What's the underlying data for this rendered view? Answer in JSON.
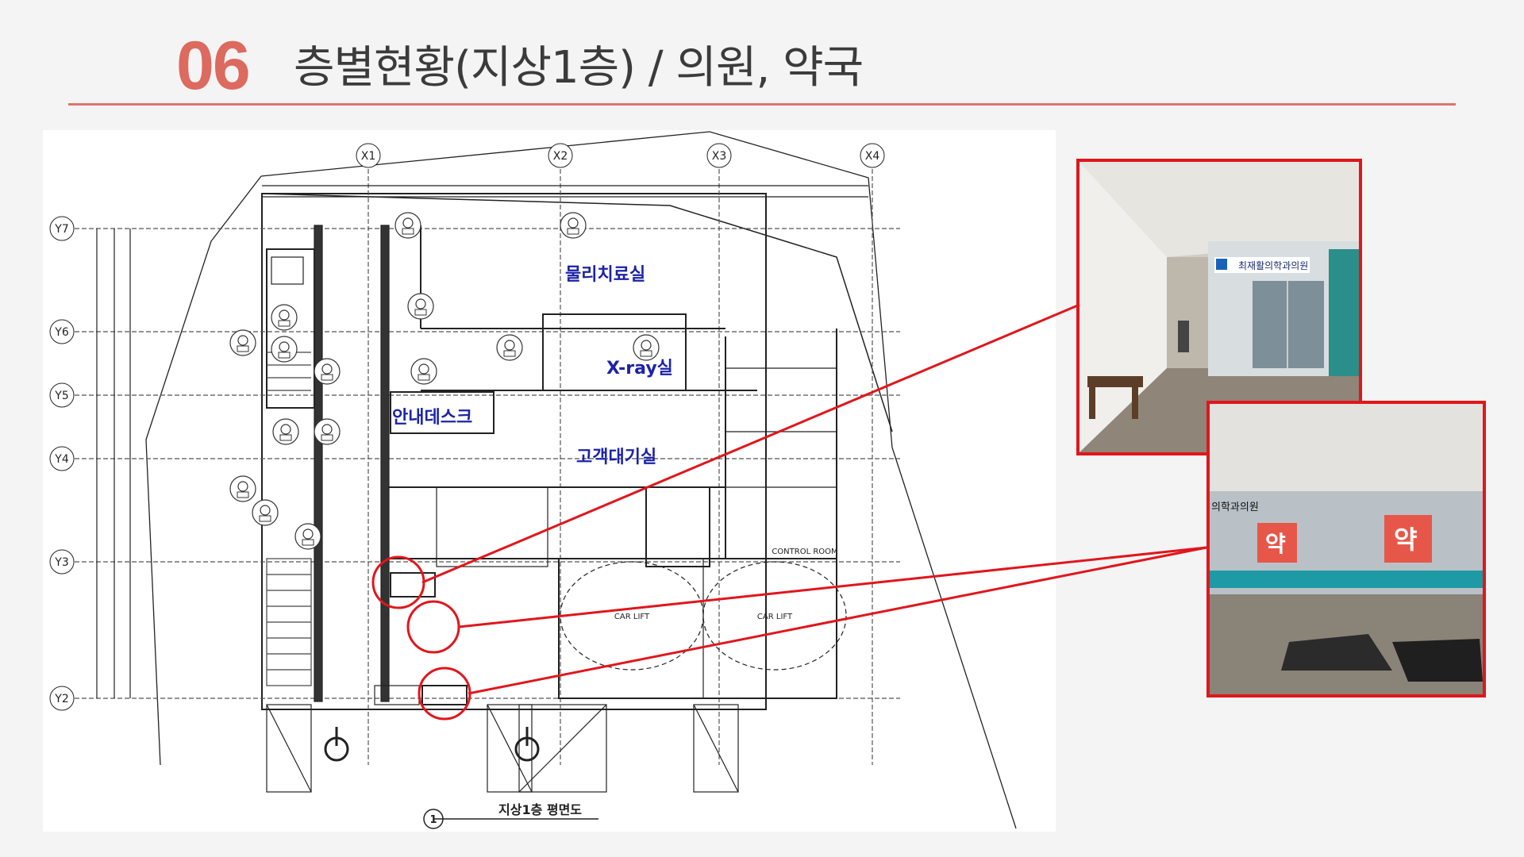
{
  "header": {
    "section_number": "06",
    "title": "층별현황(지상1층) / 의원, 약국"
  },
  "floor_plan": {
    "caption_number": "1",
    "caption": "지상1층 평면도",
    "room_labels": {
      "physio": "물리치료실",
      "xray": "X-ray실",
      "info_desk": "안내데스크",
      "waiting": "고객대기실"
    },
    "grid_labels": {
      "x": [
        "X1",
        "X2",
        "X3",
        "X4"
      ],
      "y": [
        "Y7",
        "Y6",
        "Y5",
        "Y4",
        "Y3",
        "Y2"
      ]
    },
    "car_lift_label": "CAR LIFT",
    "control_room_label": "CONTROL ROOM"
  },
  "photos": {
    "clinic_sign": "최재활의학과의원",
    "pharmacy_sign": "의학과의원",
    "pharmacy_char": "약"
  },
  "colors": {
    "accent": "#dc6a5e",
    "highlight": "#e0161c",
    "room_label": "#1c23a8"
  }
}
